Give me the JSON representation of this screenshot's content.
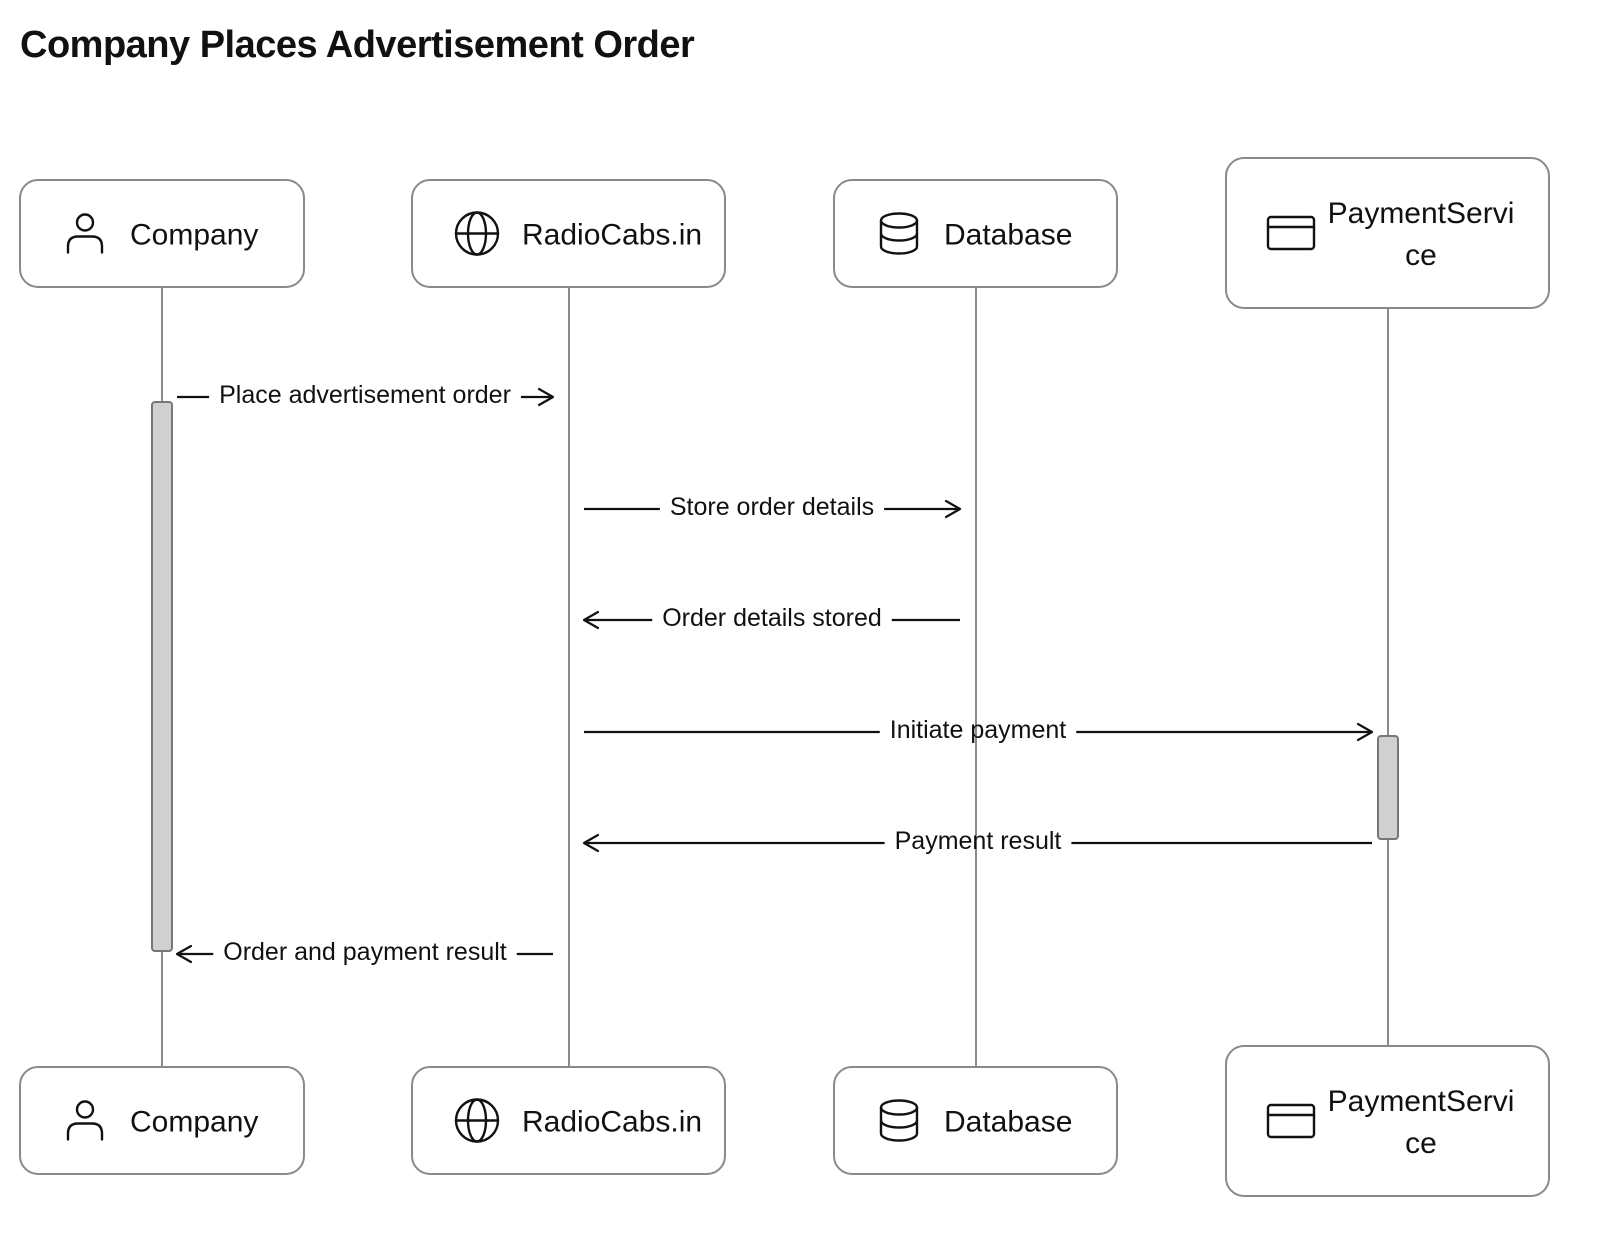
{
  "title": "Company Places Advertisement Order",
  "participants": [
    {
      "id": "company",
      "label_lines": [
        "Company"
      ],
      "icon": "person-icon"
    },
    {
      "id": "radiocabs",
      "label_lines": [
        "RadioCabs.in"
      ],
      "icon": "globe-icon"
    },
    {
      "id": "database",
      "label_lines": [
        "Database"
      ],
      "icon": "database-icon"
    },
    {
      "id": "payment",
      "label_lines": [
        "PaymentServi",
        "ce"
      ],
      "icon": "credit-card-icon"
    }
  ],
  "messages": [
    {
      "from": "company",
      "to": "radiocabs",
      "label": "Place advertisement order"
    },
    {
      "from": "radiocabs",
      "to": "database",
      "label": "Store order details"
    },
    {
      "from": "database",
      "to": "radiocabs",
      "label": "Order details stored"
    },
    {
      "from": "radiocabs",
      "to": "payment",
      "label": "Initiate payment"
    },
    {
      "from": "payment",
      "to": "radiocabs",
      "label": "Payment result"
    },
    {
      "from": "radiocabs",
      "to": "company",
      "label": "Order and payment result"
    }
  ],
  "colors": {
    "box_border": "#8a8a8a",
    "activation_fill": "#d0d0d0",
    "line": "#111111"
  }
}
